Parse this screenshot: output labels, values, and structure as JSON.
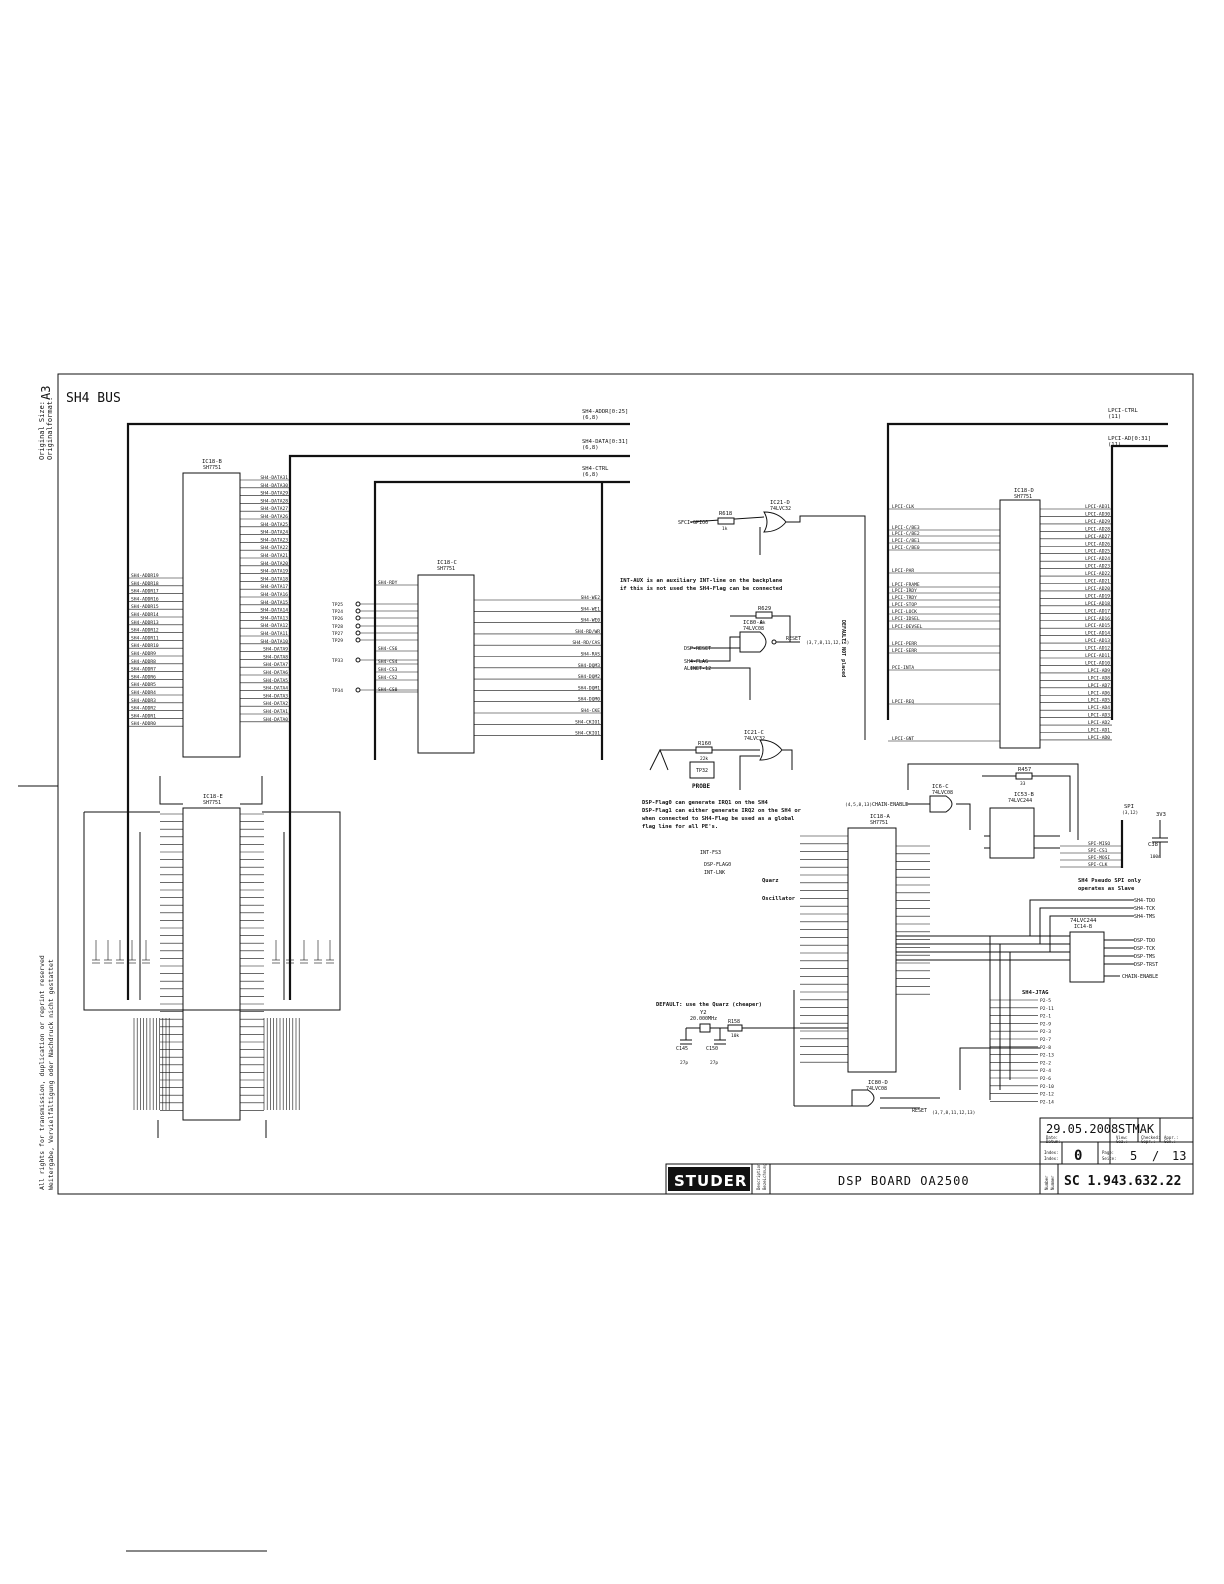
{
  "sheet": {
    "title": "SH4 BUS",
    "format_label": "Original Size:",
    "format_label2": "Originalformat:",
    "format_value": "A3",
    "rights_line1": "All rights for transmission, duplication or reprint reserved",
    "rights_line2": "Weitergabe, Vervielfältigung oder Nachdruck nicht gestattet"
  },
  "buses": {
    "addr": "SH4-ADDR[0:25]",
    "addr_ref": "(6,8)",
    "data": "SH4-DATA[0:31]",
    "data_ref": "(6,8)",
    "ctrl": "SH4-CTRL",
    "ctrl_ref": "(6,8)",
    "lpci_ctrl": "LPCI-CTRL",
    "lpci_ctrl_ref": "(11)",
    "lpci_ad": "LPCI-AD[0:31]",
    "lpci_ad_ref": "(11)"
  },
  "chips": {
    "ic18b": {
      "name": "IC18-B",
      "part": "SH7751"
    },
    "ic18c": {
      "name": "IC18-C",
      "part": "SH7751"
    },
    "ic18d": {
      "name": "IC18-D",
      "part": "SH7751"
    },
    "ic18e": {
      "name": "IC18-E",
      "part": "SH7751"
    },
    "ic18a": {
      "name": "IC18-A",
      "part": "SH7751"
    },
    "ic21d": {
      "name": "IC21-D",
      "part": "74LVC32"
    },
    "ic21c": {
      "name": "IC21-C",
      "part": "74LVC32"
    },
    "ic80a": {
      "name": "IC80-A",
      "part": "74LVC08"
    },
    "ic80d": {
      "name": "IC80-D",
      "part": "74LVC08"
    },
    "ic6c": {
      "name": "IC6-C",
      "part": "74LVC08"
    },
    "ic53b": {
      "name": "IC53-B",
      "part": "74LVC244"
    },
    "ic14b": {
      "name": "IC14-B",
      "part": "74LVC244"
    }
  },
  "nets": {
    "addr_left": [
      "SH4-ADDR19",
      "SH4-ADDR18",
      "SH4-ADDR17",
      "SH4-ADDR16",
      "SH4-ADDR15",
      "SH4-ADDR14",
      "SH4-ADDR13",
      "SH4-ADDR12",
      "SH4-ADDR11",
      "SH4-ADDR10",
      "SH4-ADDR9",
      "SH4-ADDR8",
      "SH4-ADDR7",
      "SH4-ADDR6",
      "SH4-ADDR5",
      "SH4-ADDR4",
      "SH4-ADDR3",
      "SH4-ADDR2",
      "SH4-ADDR1",
      "SH4-ADDR0"
    ],
    "data_right": [
      "SH4-DATA31",
      "SH4-DATA30",
      "SH4-DATA29",
      "SH4-DATA28",
      "SH4-DATA27",
      "SH4-DATA26",
      "SH4-DATA25",
      "SH4-DATA24",
      "SH4-DATA23",
      "SH4-DATA22",
      "SH4-DATA21",
      "SH4-DATA20",
      "SH4-DATA19",
      "SH4-DATA18",
      "SH4-DATA17",
      "SH4-DATA16",
      "SH4-DATA15",
      "SH4-DATA14",
      "SH4-DATA13",
      "SH4-DATA12",
      "SH4-DATA11",
      "SH4-DATA10",
      "SH4-DATA9",
      "SH4-DATA8",
      "SH4-DATA7",
      "SH4-DATA6",
      "SH4-DATA5",
      "SH4-DATA4",
      "SH4-DATA3",
      "SH4-DATA2",
      "SH4-DATA1",
      "SH4-DATA0"
    ],
    "ctrl_right": [
      "SH4-WE2",
      "SH4-WE1",
      "SH4-WE0",
      "SH4-RD/WR",
      "SH4-RD/CAS",
      "SH4-RAS",
      "SH4-DQM3",
      "SH4-DQM2",
      "SH4-DQM1",
      "SH4-DQM0",
      "SH4-CKE",
      "SH4-CKIO1",
      "SH4-CKIO1"
    ],
    "ctrl_left": [
      "SH4-RDY",
      "SH4-CS6",
      "SH4-CS4",
      "SH4-CS3",
      "SH4-CS2",
      "SH4-CS0"
    ],
    "lpci_left": [
      "LPCI-CLK",
      "LPCI-C/BE3",
      "LPCI-C/BE2",
      "LPCI-C/BE1",
      "LPCI-C/BE0",
      "LPCI-PAR",
      "LPCI-FRAME",
      "LPCI-IRDY",
      "LPCI-TRDY",
      "LPCI-STOP",
      "LPCI-LOCK",
      "LPCI-IDSEL",
      "LPCI-DEVSEL",
      "LPCI-PERR",
      "LPCI-SERR",
      "PCI-INTA",
      "LPCI-REQ",
      "LPCI-GNT"
    ],
    "lpci_right": [
      "LPCI-AD31",
      "LPCI-AD30",
      "LPCI-AD29",
      "LPCI-AD28",
      "LPCI-AD27",
      "LPCI-AD26",
      "LPCI-AD25",
      "LPCI-AD24",
      "LPCI-AD23",
      "LPCI-AD22",
      "LPCI-AD21",
      "LPCI-AD20",
      "LPCI-AD19",
      "LPCI-AD18",
      "LPCI-AD17",
      "LPCI-AD16",
      "LPCI-AD15",
      "LPCI-AD14",
      "LPCI-AD13",
      "LPCI-AD12",
      "LPCI-AD11",
      "LPCI-AD10",
      "LPCI-AD9",
      "LPCI-AD8",
      "LPCI-AD7",
      "LPCI-AD6",
      "LPCI-AD5",
      "LPCI-AD4",
      "LPCI-AD3",
      "LPCI-AD2",
      "LPCI-AD1",
      "LPCI-AD0"
    ],
    "jtag_p2": [
      "P2-5",
      "P2-11",
      "P2-1",
      "P2-9",
      "P2-3",
      "P2-7",
      "P2-8",
      "P2-13",
      "P2-2",
      "P2-4",
      "P2-6",
      "P2-10",
      "P2-12",
      "P2-14"
    ]
  },
  "labels": {
    "tp": [
      "TP25",
      "TP24",
      "TP26",
      "TP28",
      "TP27",
      "TP29",
      "TP33",
      "TP34"
    ],
    "sfci": "SFCI-GPIO0",
    "r618": "R618",
    "r618_val": "1k",
    "dsp_reset": "DSP-RESET",
    "sh4_flag": "SH4-FLAG",
    "alinet": "ALINET-12",
    "reset": "RESET",
    "reset_ref": "(3,7,8,11,12,13)",
    "r629": "R629",
    "r629_val": "0k",
    "r160": "R160",
    "r160_val": "22k",
    "probe": "PROBE",
    "tp32": "TP32",
    "default_note": "DEFAULT: NOT placed",
    "int_aux_note1": "INT-AUX is an auxiliary INT-line on the backplane",
    "int_aux_note2": "if this is not used the SH4-Flag can be connected",
    "dsp_flag_note1": "DSP-Flag0 can generate IRQ1 on the SH4",
    "dsp_flag_note2": "DSP-Flag1 can either generate IRQ2 on the SH4 or",
    "dsp_flag_note3": "when connected to SH4-Flag be used as a global",
    "dsp_flag_note4": "flag line for all PE's.",
    "chain_enable": "CHAIN-ENABLE",
    "chain_ref": "(4,5,8,13)",
    "spi": "SPI",
    "spi_ref": "(3,12)",
    "spi_nets": [
      "SPI-MISO",
      "SPI-CS1",
      "SPI-MOSI",
      "SPI-CLK"
    ],
    "spi_note1": "SH4 Pseudo SPI only",
    "spi_note2": "operates as Slave",
    "int_fs3": "INT-FS3",
    "dsp_flag0": "DSP-FLAG0",
    "int_lnk": "INT-LNK",
    "quarz": "Quarz",
    "oscillator": "Oscillator",
    "sh4_tdo": "SH4-TDO",
    "sh4_tck": "SH4-TCK",
    "sh4_tms": "SH4-TMS",
    "sh4_jtag": "SH4-JTAG",
    "dsp_tdo": "DSP-TDO",
    "dsp_tck": "DSP-TCK",
    "dsp_tms": "DSP-TMS",
    "dsp_trst": "DSP-TRST",
    "chain_enable2": "CHAIN-ENABLE",
    "default_quarz": "DEFAULT: use the Quarz (cheaper)",
    "y2": "Y2",
    "y2_val": "20.000MHz",
    "c145": "C145",
    "c150": "C150",
    "c_val": "27p",
    "r158": "R158",
    "r158_val": "10k",
    "v3_3": "3V3",
    "c38": "C38",
    "c38_val": "100n",
    "r457": "R457",
    "r457_val": "33"
  },
  "title_block": {
    "date": "29.05.2008",
    "author": "STMAK",
    "date_label": "Date:",
    "date_label2": "Datum:",
    "view_label": "View:",
    "view_label2": "Gez.:",
    "checked_label": "Checked:",
    "checked_label2": "Gepr.:",
    "appr_label": "Appr.:",
    "appr_label2": "Gen.:",
    "index_label": "Index:",
    "index_label2": "Index:",
    "index": "0",
    "page_label": "Page:",
    "page_label2": "Seite:",
    "page": "5",
    "page_sep": "/",
    "pages": "13",
    "logo": "STUDER",
    "desc_label": "Description",
    "desc_label2": "Bezeichnung",
    "description": "DSP BOARD OA2500",
    "number_label": "Number",
    "number_label2": "Nummer",
    "number": "SC 1.943.632.22"
  }
}
